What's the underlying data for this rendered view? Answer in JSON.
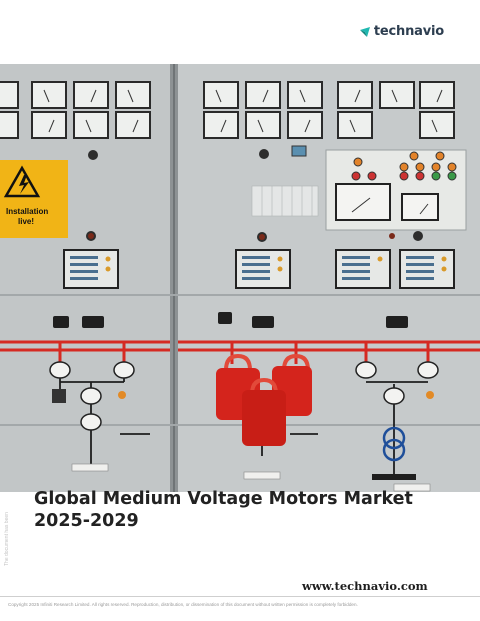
{
  "brand": {
    "name": "technavio",
    "accent": "#1fb8b0",
    "text_color": "#2d3e50"
  },
  "cover_image": {
    "subject": "medium-voltage switchgear control panel",
    "warning_sign": [
      "Installation",
      "live!"
    ]
  },
  "side_note": "The document has been",
  "report": {
    "title": "Global Medium Voltage Motors Market 2025-2029"
  },
  "website": "www.technavio.com",
  "copyright": "Copyright 2025 Infiniti Research Limited. All rights reserved. Reproduction, distribution, or dissemination of this document without written permission is completely forbidden."
}
